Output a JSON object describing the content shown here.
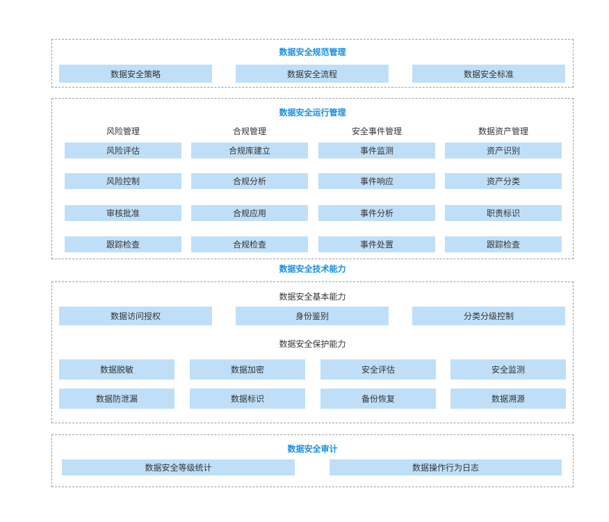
{
  "norms": {
    "title": "数据安全规范管理",
    "items": [
      "数据安全策略",
      "数据安全流程",
      "数据安全标准"
    ]
  },
  "operations": {
    "title": "数据安全运行管理",
    "columns": [
      {
        "header": "风险管理",
        "items": [
          "风险评估",
          "风险控制",
          "审核批准",
          "跟踪检查"
        ]
      },
      {
        "header": "合规管理",
        "items": [
          "合规库建立",
          "合规分析",
          "合规应用",
          "合规检查"
        ]
      },
      {
        "header": "安全事件管理",
        "items": [
          "事件监测",
          "事件响应",
          "事件分析",
          "事件处置"
        ]
      },
      {
        "header": "数据资产管理",
        "items": [
          "资产识别",
          "资产分类",
          "职责标识",
          "跟踪检查"
        ]
      }
    ]
  },
  "tech": {
    "title": "数据安全技术能力",
    "basic": {
      "label": "数据安全基本能力",
      "items": [
        "数据访问授权",
        "身份鉴别",
        "分类分级控制"
      ]
    },
    "protect": {
      "label": "数据安全保护能力",
      "rows": [
        [
          "数据脱敏",
          "数据加密",
          "安全评估",
          "安全监测"
        ],
        [
          "数据防泄漏",
          "数据标识",
          "备份恢复",
          "数据溯源"
        ]
      ]
    }
  },
  "audit": {
    "title": "数据安全审计",
    "items": [
      "数据安全等级统计",
      "数据操作行为日志"
    ]
  }
}
